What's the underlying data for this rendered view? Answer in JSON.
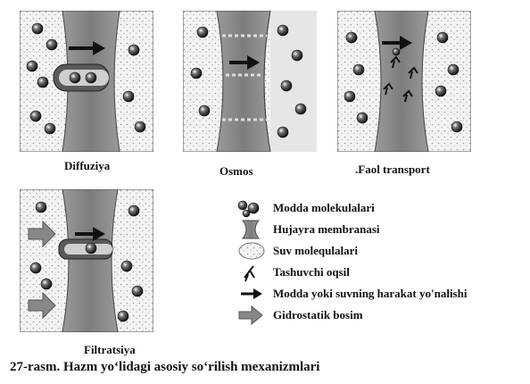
{
  "panels": {
    "diffuziya": "Diffuziya",
    "osmos": "Osmos",
    "faol_transport": ".Faol transport",
    "filtratsiya": "Filtratsiya"
  },
  "legend": [
    {
      "icon": "molecule-icon",
      "label": "Modda molekulalari"
    },
    {
      "icon": "membrane-icon",
      "label": "Hujayra membranasi"
    },
    {
      "icon": "water-icon",
      "label": "Suv molequlalari"
    },
    {
      "icon": "carrier-protein-icon",
      "label": "Tashuvchi oqsil"
    },
    {
      "icon": "direction-arrow-icon",
      "label": "Modda yoki suvning harakat yo'nalishi"
    },
    {
      "icon": "pressure-arrow-icon",
      "label": "Gidrostatik bosim"
    }
  ],
  "caption": "27-rasm. Hazm yo‘lidagi asosiy so‘rilish mexanizmlari",
  "colors": {
    "membrane": "#8a8a8a",
    "background": "#f2f2f2",
    "molecule": "#222222"
  }
}
